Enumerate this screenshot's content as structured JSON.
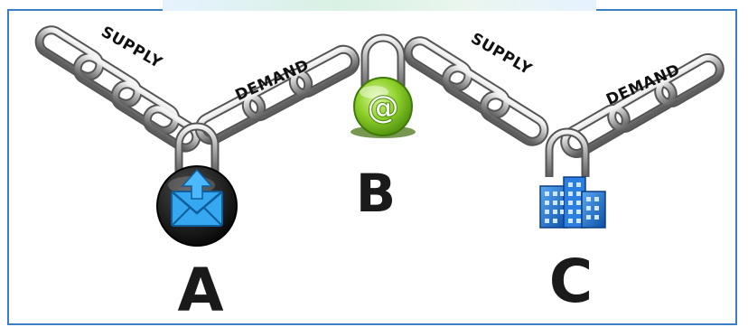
{
  "nodes": [
    {
      "letter": "A",
      "icon": "email-upload-icon"
    },
    {
      "letter": "B",
      "icon": "at-sign-icon"
    },
    {
      "letter": "C",
      "icon": "office-building-icon"
    }
  ],
  "chain_labels": [
    {
      "text": "SUPPLY"
    },
    {
      "text": "DEMAND"
    },
    {
      "text": "SUPPLY"
    },
    {
      "text": "DEMAND"
    }
  ],
  "colors": {
    "frame": "#3a7fc4",
    "chain": "#a9a9a9",
    "email_badge": "#111111",
    "at_badge": "#7cc41f",
    "building": "#1f6fd1"
  }
}
